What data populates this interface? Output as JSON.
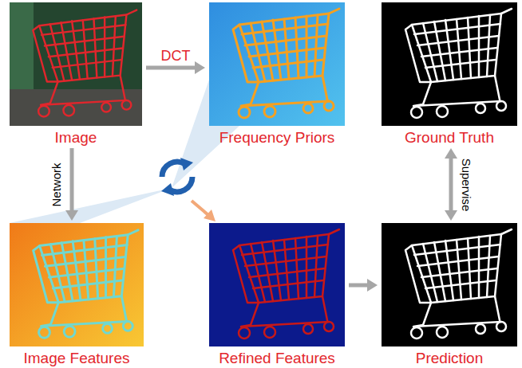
{
  "diagram": {
    "nodes": [
      {
        "text": [
          "Image"
        ]
      },
      {
        "text": [
          "Frequency Priors"
        ]
      },
      {
        "text": [
          "Ground Truth"
        ]
      },
      {
        "text": [
          "Image Features"
        ]
      },
      {
        "text": [
          "Refined Features"
        ]
      },
      {
        "text": [
          "Prediction"
        ]
      }
    ],
    "edges": [
      {
        "from": 0,
        "to": 1,
        "label": "DCT",
        "arrow": "to"
      },
      {
        "from": 0,
        "to": 3,
        "label": "Network",
        "arrow": "to"
      },
      {
        "from": 2,
        "to": 5,
        "label": "Supervise",
        "arrow": "both"
      },
      {
        "from": 4,
        "to": 5,
        "arrow": "to"
      }
    ]
  }
}
